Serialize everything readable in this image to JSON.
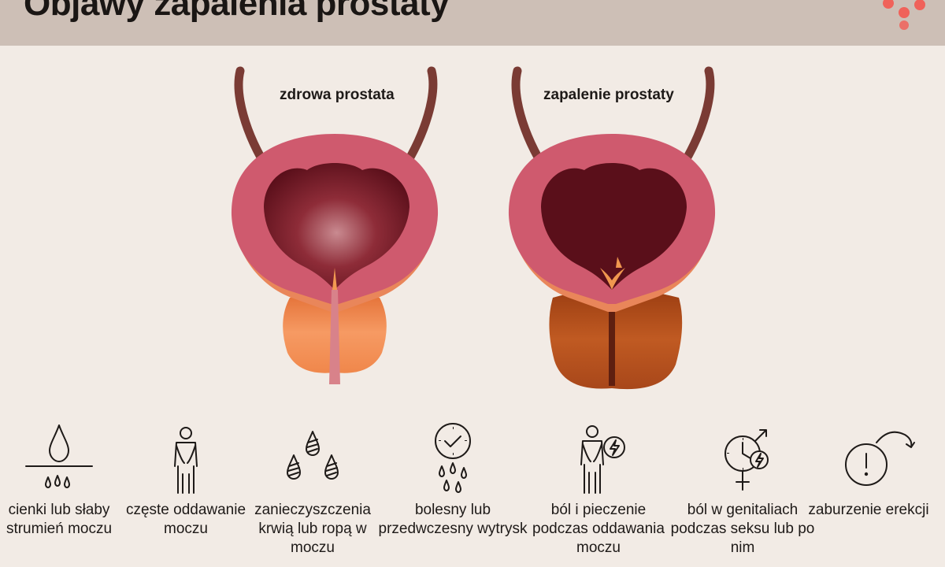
{
  "header": {
    "title": "Objawy zapalenia prostaty",
    "logo_color": "#f0625a"
  },
  "organs": {
    "healthy_label": "zdrowa prostata",
    "inflamed_label": "zapalenie prostaty",
    "colors": {
      "bladder_wall": "#cf5a6e",
      "bladder_outer": "#e9865a",
      "bladder_inner": "#6b1420",
      "ureter": "#7a3b34",
      "healthy_prostate": "#f08a4e",
      "inflamed_prostate": "#b5501c"
    }
  },
  "symptoms": [
    {
      "icon": "thin-stream-icon",
      "label": "cienki lub słaby strumień moczu"
    },
    {
      "icon": "frequent-urination-icon",
      "label": "częste oddawanie moczu"
    },
    {
      "icon": "blood-pus-drops-icon",
      "label": "zanieczyszczenia krwią lub ropą w moczu"
    },
    {
      "icon": "premature-ejaculation-icon",
      "label": "bolesny lub przedwczesny wytrysk"
    },
    {
      "icon": "painful-urination-icon",
      "label": "ból i pieczenie podczas oddawania moczu"
    },
    {
      "icon": "genital-pain-icon",
      "label": "ból w genitaliach podczas seksu lub po nim"
    },
    {
      "icon": "erectile-dysfunction-icon",
      "label": "zaburzenie erekcji"
    }
  ]
}
